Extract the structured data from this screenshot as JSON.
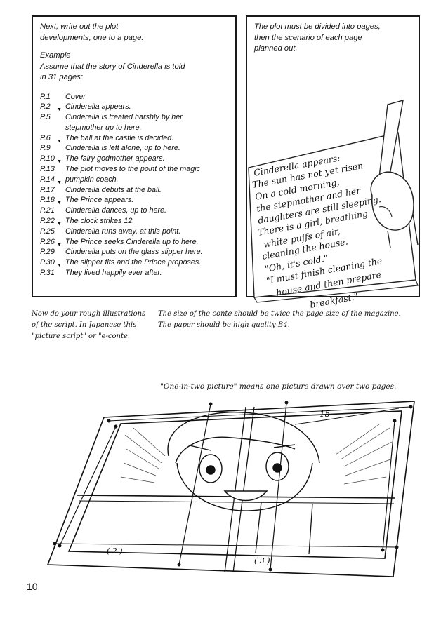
{
  "left_panel": {
    "intro": "Next, write out the plot\ndevelopments, one to a page.",
    "example_label": "Example",
    "example_text": "Assume that the story of Cinderella is told\nin 31 pages:",
    "plot_list": [
      {
        "page": "P.1",
        "text": "Cover",
        "marker": false
      },
      {
        "page": "P.2",
        "text": "Cinderella appears.",
        "marker": true
      },
      {
        "page": "P.5",
        "text": "Cinderella is treated harshly by her\nstepmother up to here.",
        "marker": false
      },
      {
        "page": "P.6",
        "text": "The ball at the castle is decided.",
        "marker": true
      },
      {
        "page": "P.9",
        "text": "Cinderella is left alone, up to here.",
        "marker": false
      },
      {
        "page": "P.10",
        "text": "The fairy godmother appears.",
        "marker": true
      },
      {
        "page": "P.13",
        "text": "The plot moves to the point of the magic",
        "marker": false
      },
      {
        "page": "P.14",
        "text": "pumpkin coach.",
        "marker": true
      },
      {
        "page": "P.17",
        "text": "Cinderella debuts at the ball.",
        "marker": false
      },
      {
        "page": "P.18",
        "text": "The Prince appears.",
        "marker": true
      },
      {
        "page": "P.21",
        "text": "Cinderella dances, up to here.",
        "marker": false
      },
      {
        "page": "P.22",
        "text": "The clock strikes 12.",
        "marker": true
      },
      {
        "page": "P.25",
        "text": "Cinderella runs away, at this point.",
        "marker": false
      },
      {
        "page": "P.26",
        "text": "The Prince seeks Cinderella up to here.",
        "marker": true
      },
      {
        "page": "P.29",
        "text": "Cinderella puts on the glass slipper here.",
        "marker": false
      },
      {
        "page": "P.30",
        "text": "The slipper fits and the Prince proposes.",
        "marker": true
      },
      {
        "page": "P.31",
        "text": "They lived happily ever after.",
        "marker": false
      }
    ]
  },
  "right_panel": {
    "text": "The plot must be divided into pages,\nthen the scenario of each page\nplanned out.",
    "handwriting": [
      "Cinderella appears:",
      "The sun has not yet risen",
      "On a cold morning,",
      "the stepmother and her",
      "daughters are still sleeping.",
      "There is a girl, breathing",
      "white puffs of air,",
      "cleaning the house.",
      "\"Oh, it's cold.\"",
      "\"I must finish cleaning the",
      "house and then prepare",
      "breakfast.\""
    ]
  },
  "captions": {
    "left": "Now do your rough illustrations\nof the script. In Japanese this\n\"picture script\" or \"e-conte.",
    "right": "The size of the conte should be twice the page size of the magazine.\nThe paper should be high quality B4.",
    "diagram": "\"One-in-two picture\" means one picture drawn over two pages."
  },
  "diagram": {
    "label_measure": "15",
    "label_left_page": "( 2 )",
    "label_right_page": "( 3 )"
  },
  "page_number": "10"
}
